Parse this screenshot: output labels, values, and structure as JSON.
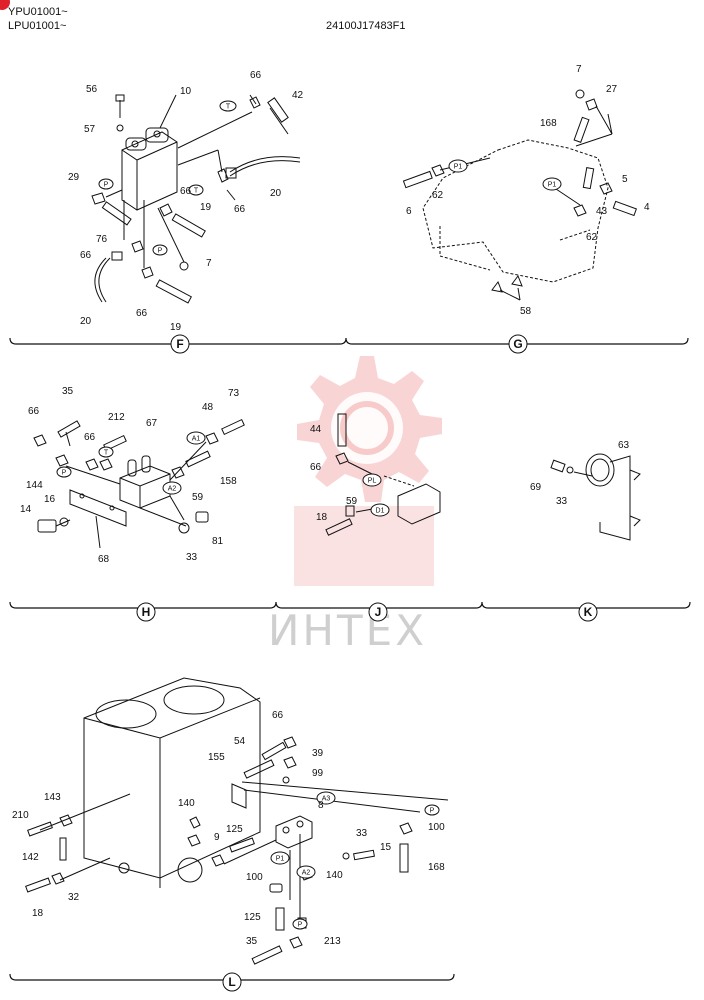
{
  "header": {
    "serial_1": "YPU01001~",
    "serial_2": "LPU01001~",
    "drawing_code": "24100J17483F1"
  },
  "colors": {
    "watermark": "#e23b3b",
    "line": "#111111",
    "corner_dot": "#e0202a"
  },
  "watermark_text": "ИНТЕХ",
  "sections": [
    {
      "id": "F",
      "label": "F"
    },
    {
      "id": "G",
      "label": "G"
    },
    {
      "id": "H",
      "label": "H"
    },
    {
      "id": "J",
      "label": "J"
    },
    {
      "id": "K",
      "label": "K"
    },
    {
      "id": "L",
      "label": "L"
    }
  ],
  "part_numbers": {
    "F": [
      "56",
      "10",
      "66",
      "42",
      "57",
      "29",
      "66",
      "20",
      "76",
      "19",
      "66",
      "7",
      "66",
      "20",
      "66",
      "19"
    ],
    "G": [
      "7",
      "27",
      "168",
      "5",
      "4",
      "6",
      "62",
      "43",
      "62",
      "58"
    ],
    "H": [
      "35",
      "66",
      "212",
      "67",
      "48",
      "73",
      "66",
      "144",
      "158",
      "59",
      "14",
      "16",
      "68",
      "33",
      "81"
    ],
    "J": [
      "44",
      "66",
      "59",
      "18"
    ],
    "K": [
      "63",
      "69",
      "33"
    ],
    "L": [
      "66",
      "54",
      "39",
      "155",
      "99",
      "143",
      "210",
      "140",
      "8",
      "125",
      "9",
      "142",
      "33",
      "100",
      "15",
      "168",
      "100",
      "140",
      "18",
      "32",
      "125",
      "35",
      "213"
    ]
  },
  "port_tags": [
    "T",
    "P",
    "T",
    "P",
    "P1",
    "P1",
    "A1",
    "T",
    "P",
    "A2",
    "PL",
    "D1",
    "A3",
    "P",
    "P1",
    "A2",
    "P"
  ]
}
